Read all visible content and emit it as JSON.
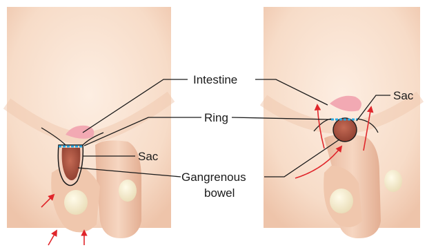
{
  "labels": {
    "intestine": "Intestine",
    "ring": "Ring",
    "sac_left": "Sac",
    "gangrenous_line1": "Gangrenous",
    "gangrenous_line2": "bowel",
    "sac_right": "Sac"
  },
  "colors": {
    "skin_light": "#fbe6d6",
    "skin_mid": "#f2cdb4",
    "skin_shadow": "#e3b196",
    "sac": "#b35a46",
    "sac_dark": "#8e3f30",
    "ring": "#29a8e0",
    "arrow": "#e0262b",
    "leader": "#1a1a1a",
    "testis": "#f7f0d6"
  }
}
